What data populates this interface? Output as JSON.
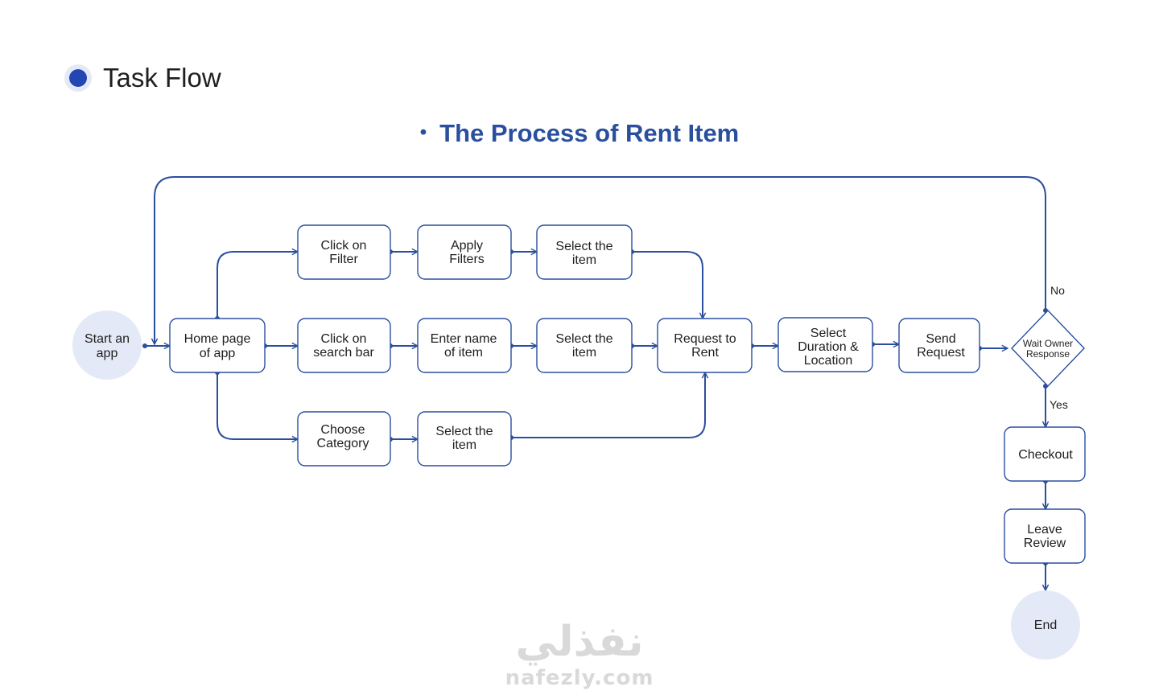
{
  "header": {
    "title": "Task Flow"
  },
  "subtitle": "The Process of Rent Item",
  "colors": {
    "accent": "#2446b2",
    "line": "#2a4f9e",
    "title": "#2a4f9e",
    "circle_fill": "#e4e9f7"
  },
  "nodes": {
    "start": [
      "Start an",
      "app"
    ],
    "home": [
      "Home page",
      "of app"
    ],
    "filter": [
      "Click on",
      "Filter"
    ],
    "apply": [
      "Apply",
      "Filters"
    ],
    "select_top": [
      "Select the",
      "item"
    ],
    "search": [
      "Click on",
      "search bar"
    ],
    "enter": [
      "Enter name",
      "of item"
    ],
    "select_mid": [
      "Select the",
      "item"
    ],
    "category": [
      "Choose",
      "Category"
    ],
    "select_bot": [
      "Select the",
      "item"
    ],
    "request_rent": [
      "Request to",
      "Rent"
    ],
    "duration": [
      "Select",
      "Duration &",
      "Location"
    ],
    "send": [
      "Send",
      "Request"
    ],
    "wait": [
      "Wait Owner",
      "Response"
    ],
    "checkout": [
      "Checkout"
    ],
    "review": [
      "Leave",
      "Review"
    ],
    "end": [
      "End"
    ]
  },
  "edge_labels": {
    "no": "No",
    "yes": "Yes"
  },
  "watermark": {
    "arabic": "نفذلي",
    "latin": "nafezly.com"
  }
}
